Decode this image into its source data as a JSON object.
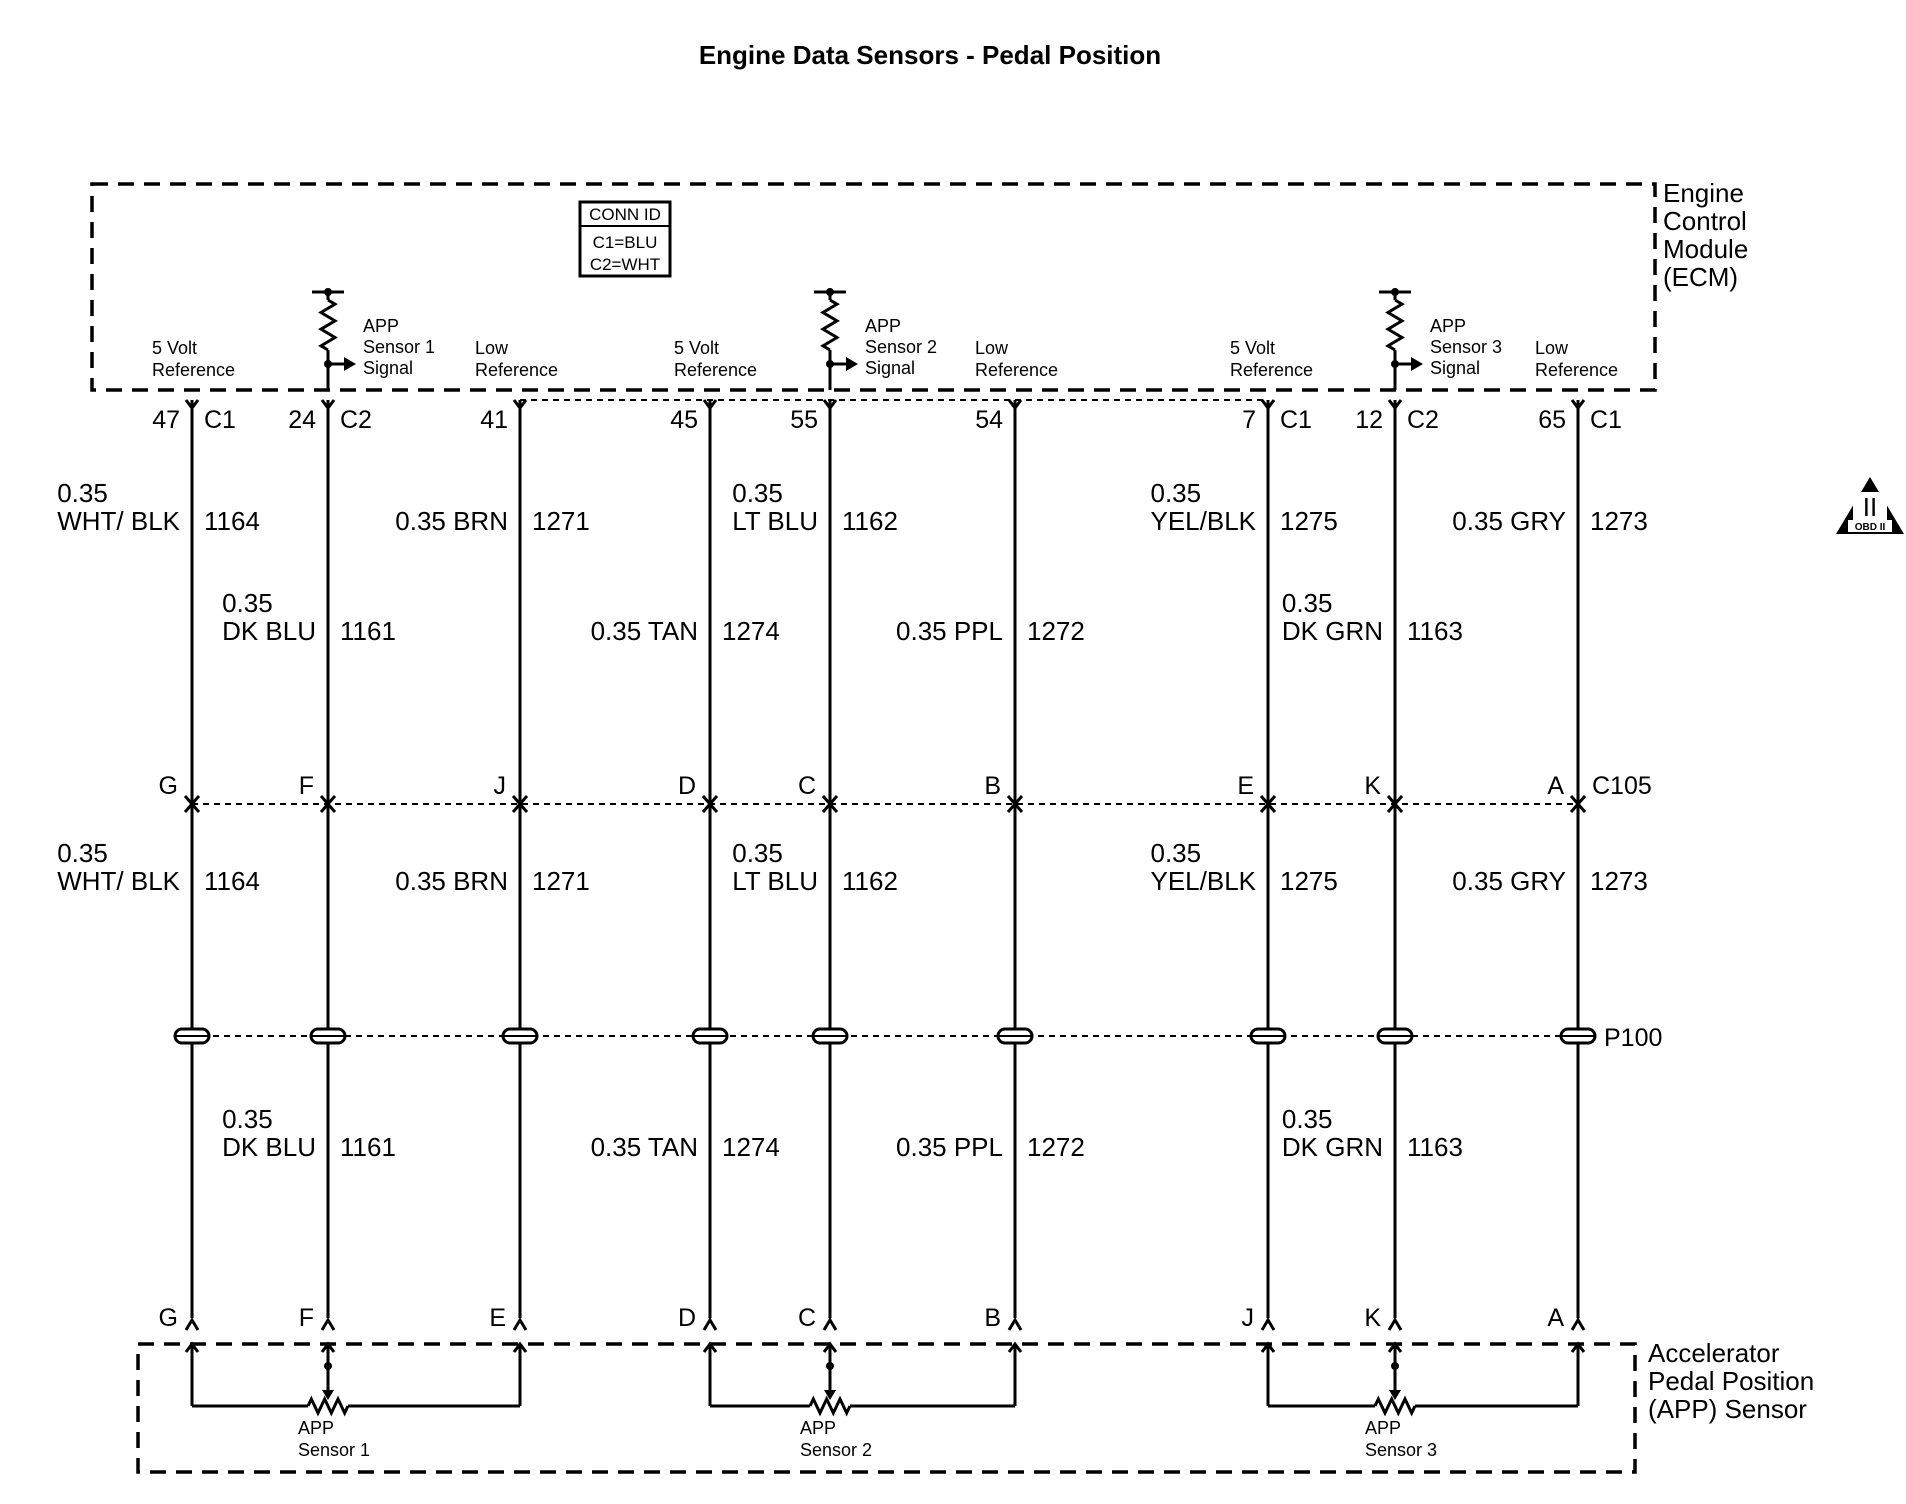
{
  "title": "Engine Data Sensors - Pedal Position",
  "ecm": {
    "label_lines": [
      "Engine",
      "Control",
      "Module",
      "(ECM)"
    ],
    "conn_id": {
      "header": "CONN ID",
      "lines": [
        "C1=BLU",
        "C2=WHT"
      ]
    },
    "terminals": [
      {
        "name": "5 Volt Reference"
      },
      {
        "name": "APP Sensor 1 Signal"
      },
      {
        "name": "Low Reference"
      },
      {
        "name": "5 Volt Reference"
      },
      {
        "name": "APP Sensor 2 Signal"
      },
      {
        "name": "Low Reference"
      },
      {
        "name": "5 Volt Reference"
      },
      {
        "name": "APP Sensor 3 Signal"
      },
      {
        "name": "Low Reference"
      }
    ]
  },
  "circuits": [
    {
      "pin": "47",
      "conn": "C1",
      "upper": {
        "lines": [
          "0.35",
          "WHT/ BLK"
        ],
        "num": "1164"
      },
      "c105": "G",
      "middle": {
        "lines": [
          "0.35",
          "WHT/ BLK"
        ],
        "num": "1164"
      },
      "lower": {
        "lines": [],
        "num": ""
      },
      "app": "G"
    },
    {
      "pin": "24",
      "conn": "C2",
      "upper": {
        "lines": [
          "0.35",
          "DK BLU"
        ],
        "num": "1161"
      },
      "c105": "F",
      "middle": {
        "lines": [],
        "num": ""
      },
      "lower": {
        "lines": [
          "0.35",
          "DK BLU"
        ],
        "num": "1161"
      },
      "app": "F"
    },
    {
      "pin": "41",
      "conn": "",
      "upper": {
        "lines": [
          "0.35 BRN"
        ],
        "num": "1271"
      },
      "c105": "J",
      "middle": {
        "lines": [
          "0.35 BRN"
        ],
        "num": "1271"
      },
      "lower": {
        "lines": [],
        "num": ""
      },
      "app": "E"
    },
    {
      "pin": "45",
      "conn": "",
      "upper": {
        "lines": [
          "0.35 TAN"
        ],
        "num": "1274"
      },
      "c105": "D",
      "middle": {
        "lines": [],
        "num": ""
      },
      "lower": {
        "lines": [
          "0.35 TAN"
        ],
        "num": "1274"
      },
      "app": "D"
    },
    {
      "pin": "55",
      "conn": "",
      "upper": {
        "lines": [
          "0.35",
          "LT BLU"
        ],
        "num": "1162"
      },
      "c105": "C",
      "middle": {
        "lines": [
          "0.35",
          "LT BLU"
        ],
        "num": "1162"
      },
      "lower": {
        "lines": [],
        "num": ""
      },
      "app": "C"
    },
    {
      "pin": "54",
      "conn": "",
      "upper": {
        "lines": [
          "0.35 PPL"
        ],
        "num": "1272"
      },
      "c105": "B",
      "middle": {
        "lines": [],
        "num": ""
      },
      "lower": {
        "lines": [
          "0.35 PPL"
        ],
        "num": "1272"
      },
      "app": "B"
    },
    {
      "pin": "7",
      "conn": "C1",
      "upper": {
        "lines": [
          "0.35",
          "YEL/BLK"
        ],
        "num": "1275"
      },
      "c105": "E",
      "middle": {
        "lines": [
          "0.35",
          "YEL/BLK"
        ],
        "num": "1275"
      },
      "lower": {
        "lines": [],
        "num": ""
      },
      "app": "J"
    },
    {
      "pin": "12",
      "conn": "C2",
      "upper": {
        "lines": [
          "0.35",
          "DK GRN"
        ],
        "num": "1163"
      },
      "c105": "K",
      "middle": {
        "lines": [],
        "num": ""
      },
      "lower": {
        "lines": [
          "0.35",
          "DK GRN"
        ],
        "num": "1163"
      },
      "app": "K"
    },
    {
      "pin": "65",
      "conn": "C1",
      "upper": {
        "lines": [
          "0.35 GRY"
        ],
        "num": "1273"
      },
      "c105": "A",
      "middle": {
        "lines": [
          "0.35 GRY"
        ],
        "num": "1273"
      },
      "lower": {
        "lines": [],
        "num": ""
      },
      "app": "A"
    }
  ],
  "connectors": {
    "c105": "C105",
    "p100": "P100"
  },
  "app_sensor": {
    "label_lines": [
      "Accelerator",
      "Pedal Position",
      "(APP) Sensor"
    ],
    "sensors": [
      {
        "lines": [
          "APP",
          "Sensor 1"
        ]
      },
      {
        "lines": [
          "APP",
          "Sensor 2"
        ]
      },
      {
        "lines": [
          "APP",
          "Sensor 3"
        ]
      }
    ]
  },
  "obd_badge": {
    "numeral": "II",
    "text": "OBD II"
  }
}
